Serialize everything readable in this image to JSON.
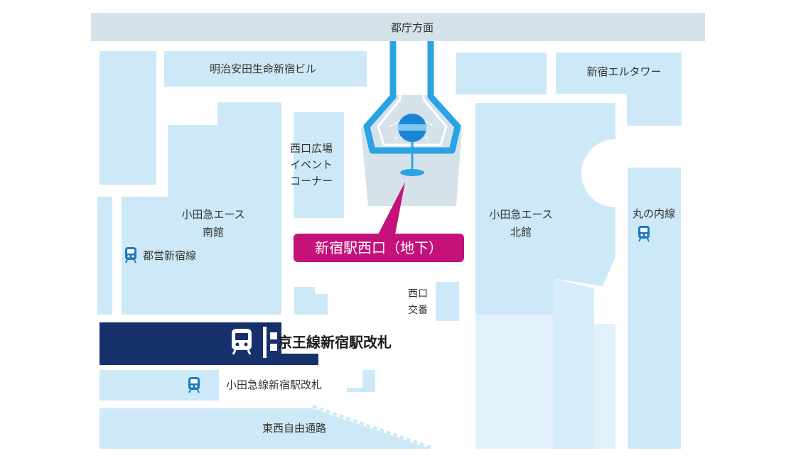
{
  "map": {
    "top_road": "都庁方面",
    "buildings": {
      "meiji_yasuda": "明治安田生命新宿ビル",
      "elteower": "新宿エルタワー",
      "nishiguchi_event": [
        "西口広場",
        "イベント",
        "コーナー"
      ],
      "odakyu_ace_south": [
        "小田急エース",
        "南館"
      ],
      "odakyu_ace_north": [
        "小田急エース",
        "北館"
      ],
      "koban": [
        "西口",
        "交番"
      ]
    },
    "lines": {
      "toei_shinjuku": "都営新宿線",
      "marunouchi": "丸の内線",
      "keio_gate": "京王線新宿駅改札",
      "odakyu_gate": "小田急線新宿駅改札"
    },
    "callout": "新宿駅西口（地下）",
    "street": "東西自由通路",
    "colors": {
      "building": "#cde9f8",
      "road": "#d6e2ea",
      "keio": "#15306a",
      "callout": "#c4127a",
      "track": "#2aa3e5"
    }
  }
}
